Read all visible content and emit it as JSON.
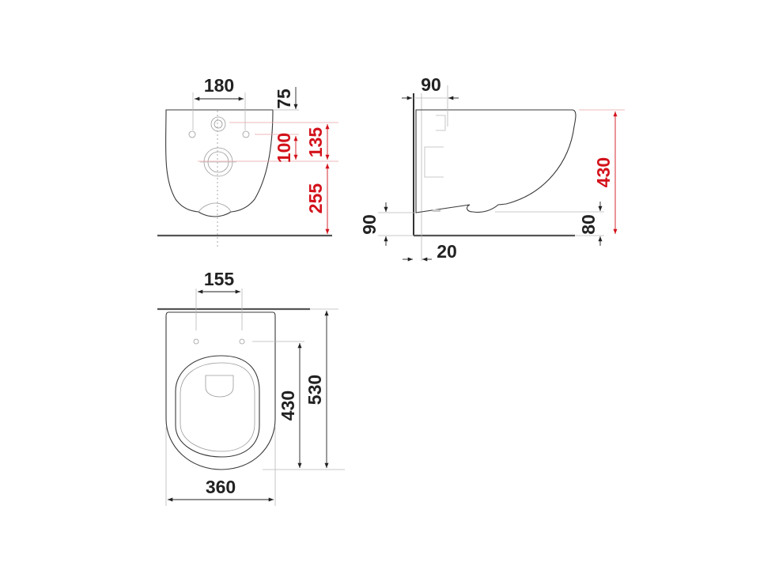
{
  "diagram": {
    "subject": "Wall-hung toilet dimension drawing",
    "units": "mm",
    "colors": {
      "dimension_black": "#222222",
      "dimension_red": "#d3121b",
      "outline": "#3a3a3a"
    },
    "views": {
      "rear": {
        "label": "rear-view",
        "dimensions": {
          "fixing_hole_spacing": "180",
          "top_to_inlet": "75",
          "inlet_to_outlet": "100",
          "fixing_to_outlet": "135",
          "outlet_to_floor": "255"
        }
      },
      "side": {
        "label": "side-view",
        "dimensions": {
          "inlet_depth": "90",
          "height": "430",
          "bottom_clearance": "90",
          "wall_gap": "20",
          "base_height": "80"
        }
      },
      "top": {
        "label": "top-view",
        "dimensions": {
          "fixing_hole_spacing": "155",
          "fixing_to_front": "430",
          "overall_length": "530",
          "width": "360"
        }
      }
    }
  }
}
